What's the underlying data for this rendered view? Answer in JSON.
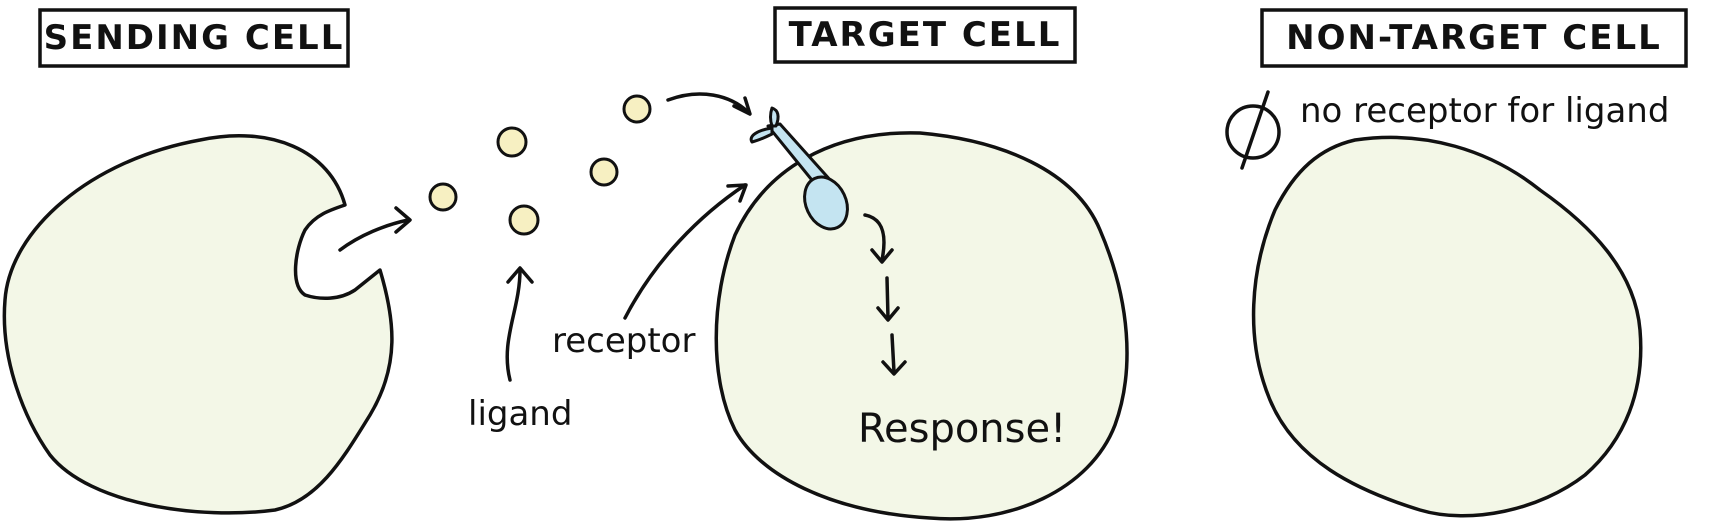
{
  "titles": {
    "sending": "SENDING CELL",
    "target": "TARGET CELL",
    "non_target": "NON-TARGET CELL"
  },
  "labels": {
    "ligand": "ligand",
    "receptor": "receptor",
    "response": "Response!",
    "no_receptor": "no receptor for ligand"
  },
  "colors": {
    "cell_fill": "#f3f7e7",
    "ligand_fill": "#f7f0c2",
    "receptor_fill": "#c4e4f1",
    "ink": "#111111"
  },
  "icons": {
    "null_symbol": "empty-set-icon"
  }
}
